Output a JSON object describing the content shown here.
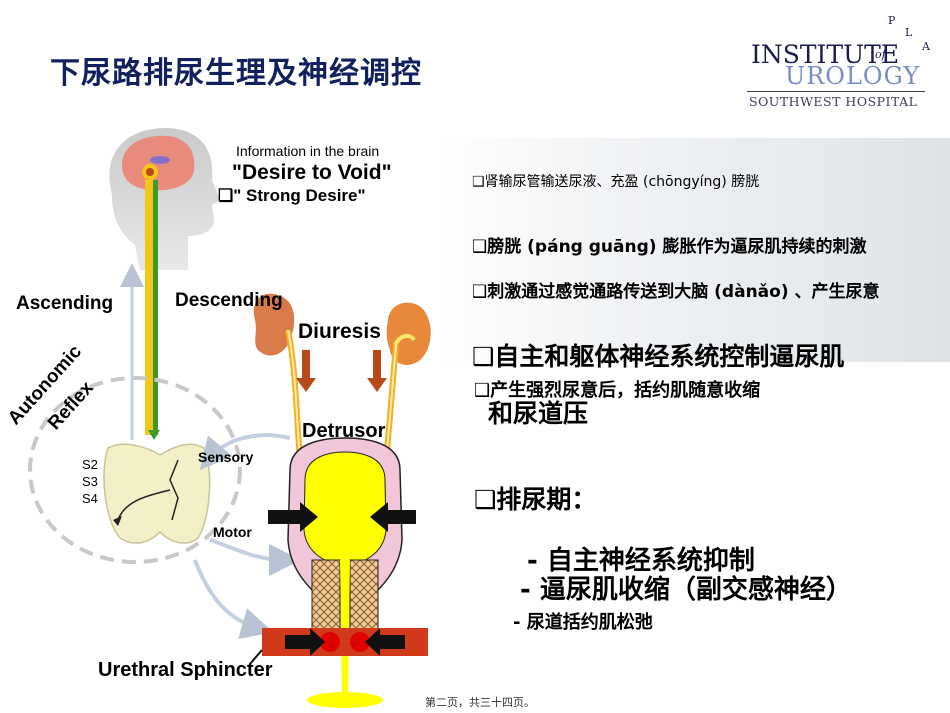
{
  "slide": {
    "title": "下尿路排尿生理及神经调控",
    "footer": "第二页，共三十四页。"
  },
  "logo": {
    "line1": "INSTITUTE",
    "of": "of",
    "line2": "UROLOGY",
    "line3": "SOUTHWEST HOSPITAL",
    "pla": [
      "P",
      "L",
      "A"
    ]
  },
  "diagram": {
    "info_brain": "Information in the brain",
    "desire": "\"Desire to Void\"",
    "strong_desire": "❑\" Strong Desire\"",
    "ascending": "Ascending",
    "descending": "Descending",
    "diuresis": "Diuresis",
    "autonomic": "Autonomic",
    "reflex": "Reflex",
    "detrusor": "Detrusor",
    "sensory": "Sensory",
    "motor": "Motor",
    "s2": "S2",
    "s3": "S3",
    "s4": "S4",
    "urethral": "Urethral Sphincter"
  },
  "bullets": {
    "b1": "❑肾输尿管输送尿液、充盈 (chōngyíng) 膀胱",
    "b2": "❑膀胱 (páng guāng) 膨胀作为逼尿肌持续的刺激",
    "b3": "❑刺激通过感觉通路传送到大脑 (dànǎo) 、产生尿意",
    "b4": "❑自主和躯体神经系统控制逼尿肌",
    "b4b": "和尿道压",
    "b5": "❑产生强烈尿意后，括约肌随意收缩",
    "b6": "❑排尿期：",
    "s1": "-  自主神经系统抑制",
    "s2": "-  逼尿肌收缩（副交感神经）",
    "s3": "-  尿道括约肌松弛"
  },
  "colors": {
    "title": "#13205e",
    "brain_pink": "#e88a7c",
    "spinal_yellow": "#f5c518",
    "motor_green": "#3a9a2a",
    "bladder_yellow": "#ffff00",
    "muscle_pink": "#f1c6d8",
    "sphincter_red": "#d03a1a"
  }
}
